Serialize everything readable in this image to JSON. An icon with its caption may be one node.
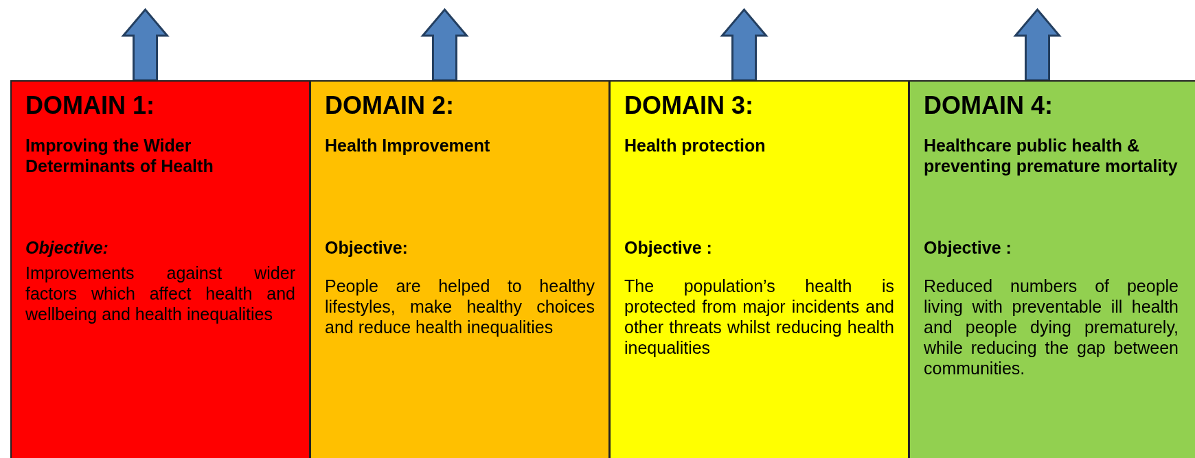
{
  "diagram": {
    "nodes": [
      {
        "text": [
          "DOMAIN 1:",
          "Improving the Wider Determinants of Health",
          "Objective:",
          "Improvements against wider factors which affect health and wellbeing and health inequalities"
        ]
      },
      {
        "text": [
          "DOMAIN 2:",
          "Health Improvement",
          "Objective:",
          "People are helped to healthy lifestyles, make healthy choices and reduce health inequalities"
        ]
      },
      {
        "text": [
          "DOMAIN 3:",
          "Health protection",
          "Objective :",
          "The population’s health is protected from major incidents and other threats whilst reducing health inequalities"
        ]
      },
      {
        "text": [
          "DOMAIN 4:",
          "Healthcare public health & preventing premature mortality",
          "Objective :",
          "Reduced numbers of people living with preventable ill health and people dying prematurely, while reducing the gap between communities."
        ]
      }
    ],
    "edges": [
      {
        "from": 0,
        "to": null,
        "arrow": "to"
      },
      {
        "from": 1,
        "to": null,
        "arrow": "to"
      },
      {
        "from": 2,
        "to": null,
        "arrow": "to"
      },
      {
        "from": 3,
        "to": null,
        "arrow": "to"
      }
    ]
  }
}
